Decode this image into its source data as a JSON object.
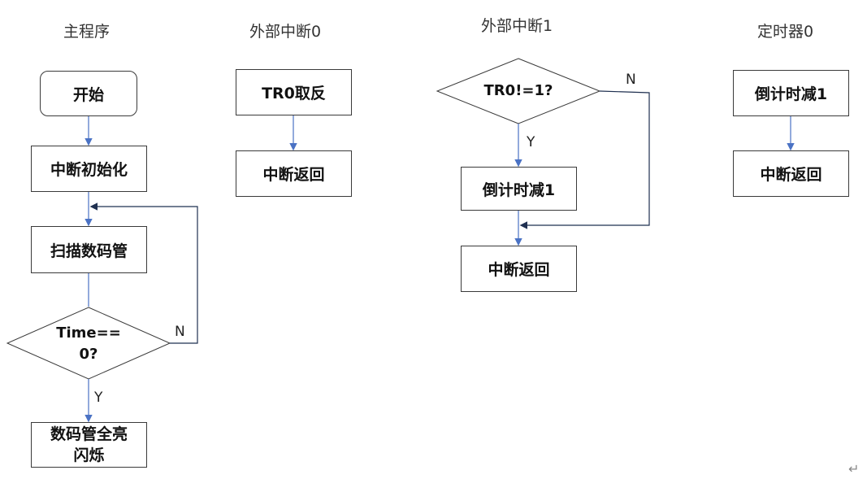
{
  "columns": {
    "main": {
      "title": "主程序",
      "start": "开始",
      "init": "中断初始化",
      "scan": "扫描数码管",
      "decision_line1": "Time==",
      "decision_line2": "0?",
      "no": "N",
      "yes": "Y",
      "end_line1": "数码管全亮",
      "end_line2": "闪烁"
    },
    "ext0": {
      "title": "外部中断0",
      "step1": "TR0取反",
      "step2": "中断返回"
    },
    "ext1": {
      "title": "外部中断1",
      "decision": "TR0!=1?",
      "no": "N",
      "yes": "Y",
      "step1": "倒计时减1",
      "step2": "中断返回"
    },
    "timer0": {
      "title": "定时器0",
      "step1": "倒计时减1",
      "step2": "中断返回"
    }
  },
  "colors": {
    "connector": "#4a72c4",
    "loop_line": "#1f3050",
    "shape_border": "#3a3a3a"
  },
  "return_mark": "↵"
}
